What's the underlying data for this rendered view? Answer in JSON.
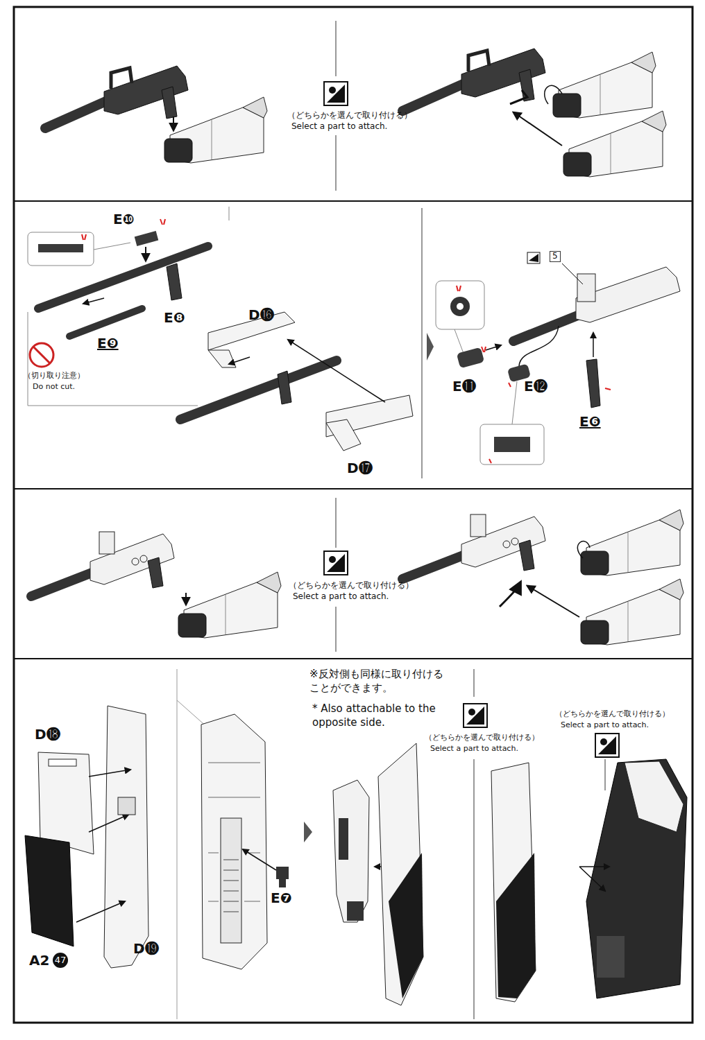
{
  "diagram": {
    "labels": [
      "（どちらかを選んで取り付ける）",
      "Select a part to attach.",
      "E❿",
      "E❽",
      "E❾",
      "（切り取り注意）",
      "Do not cut.",
      "D⓰",
      "D⓱",
      "5",
      "E⓫",
      "E⓬",
      "E❻",
      "（どちらかを選んで取り付ける）",
      "Select a part to attach.",
      "D⓲",
      "A2",
      "47",
      "D⓳",
      "E❼",
      "※反対側も同様に取り付けることができます。",
      "* Also attachable to the opposite side.",
      "（どちらかを選んで取り付ける）",
      "Select a part to attach.",
      "（どちらかを選んで取り付ける）",
      "Select a part to attach."
    ]
  }
}
